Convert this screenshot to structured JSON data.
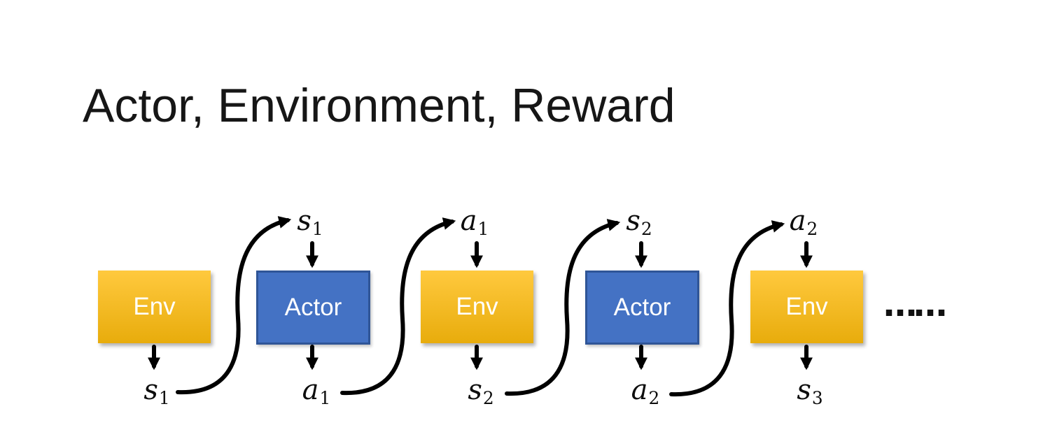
{
  "slide": {
    "title": "Actor, Environment, Reward",
    "ellipsis": "……"
  },
  "diagram": {
    "boxes": [
      {
        "label": "Env",
        "type": "env"
      },
      {
        "label": "Actor",
        "type": "actor"
      },
      {
        "label": "Env",
        "type": "env"
      },
      {
        "label": "Actor",
        "type": "actor"
      },
      {
        "label": "Env",
        "type": "env"
      }
    ],
    "top_labels": [
      {
        "base": "s",
        "sub": "1"
      },
      {
        "base": "a",
        "sub": "1"
      },
      {
        "base": "s",
        "sub": "2"
      },
      {
        "base": "a",
        "sub": "2"
      }
    ],
    "bottom_labels": [
      {
        "base": "s",
        "sub": "1"
      },
      {
        "base": "a",
        "sub": "1"
      },
      {
        "base": "s",
        "sub": "2"
      },
      {
        "base": "a",
        "sub": "2"
      },
      {
        "base": "s",
        "sub": "3"
      }
    ],
    "colors": {
      "title_text": "#161616",
      "env_top": "#FFC93E",
      "env_bottom": "#E8AC0C",
      "actor_fill": "#4472C4",
      "actor_border": "#2F5597",
      "arrow": "#000000",
      "box_text": "#FFFFFF"
    }
  }
}
